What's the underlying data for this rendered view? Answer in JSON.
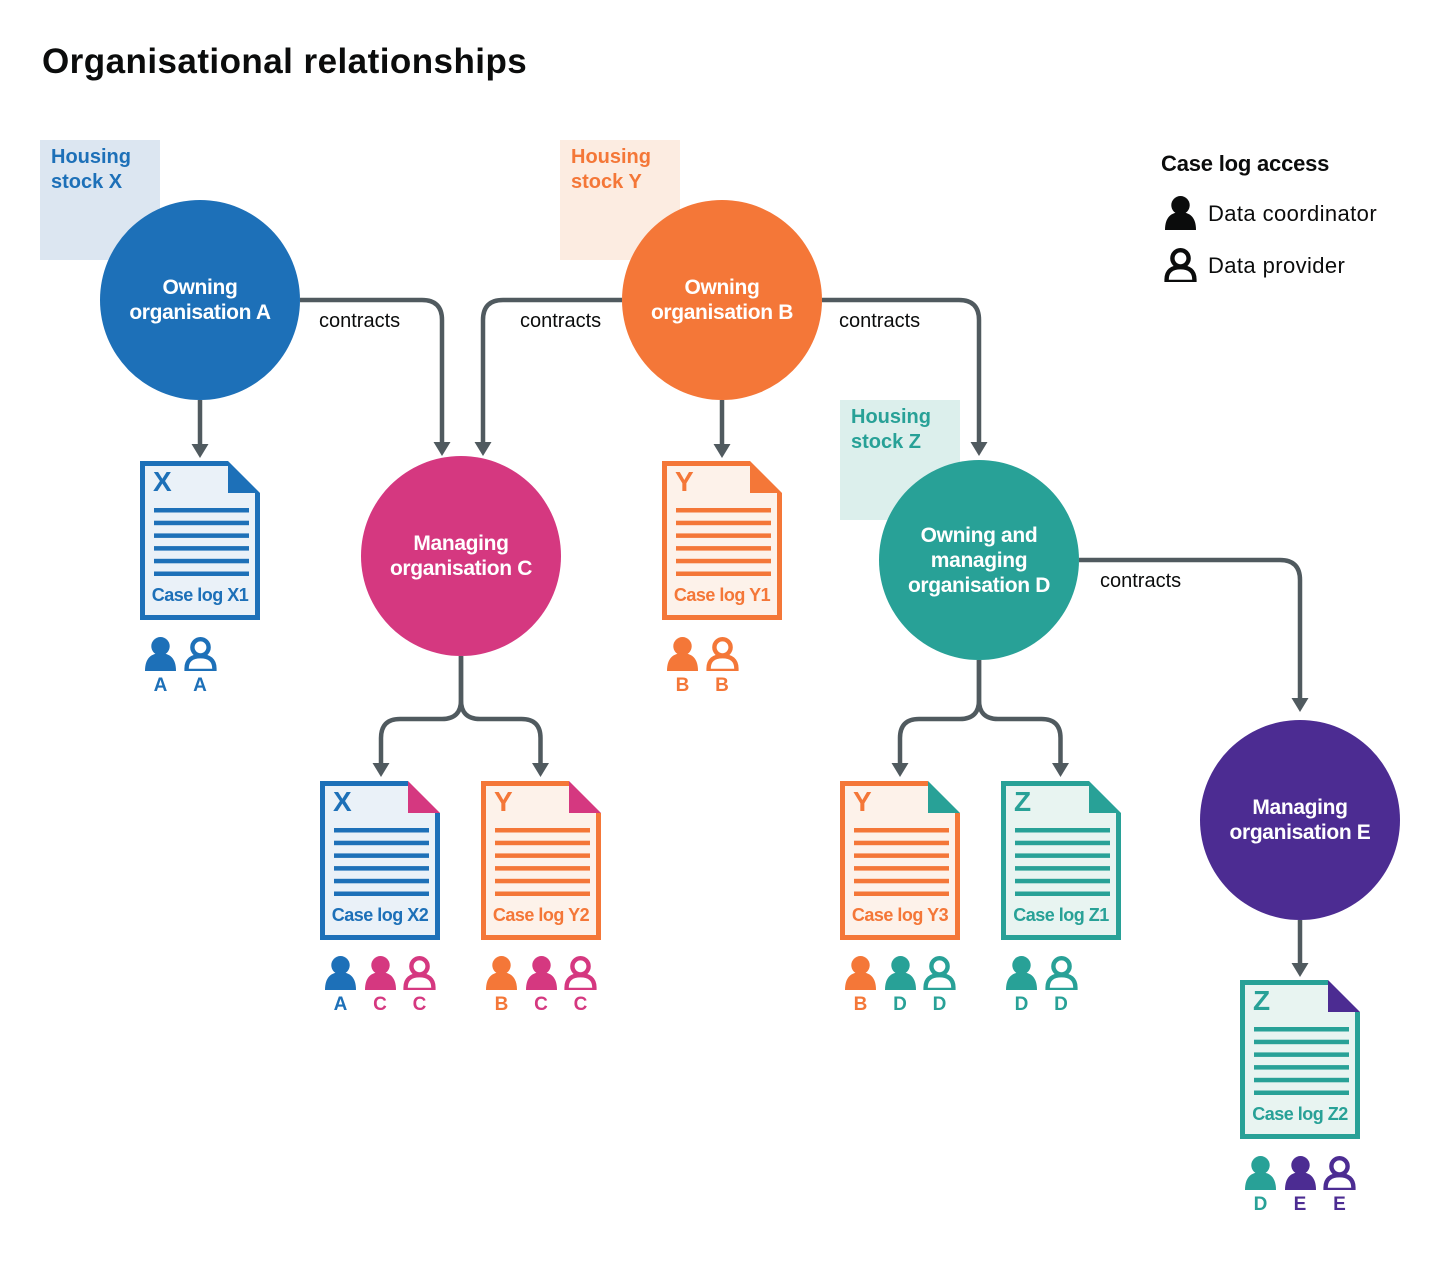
{
  "title": "Organisational relationships",
  "palette": {
    "blue": "#1d70b8",
    "orange": "#f47738",
    "pink": "#d53880",
    "teal": "#28a197",
    "purple": "#4c2c92",
    "arrow_grey": "#505a5f",
    "text_black": "#0b0c0c",
    "blue_tint_box": "#dce6f1",
    "orange_tint_box": "#fcece1",
    "teal_tint_box": "#dcefec",
    "blue_tint_doc": "#eaf1f8",
    "orange_tint_doc": "#fdf2ea",
    "teal_tint_doc": "#e8f4f1"
  },
  "legend": {
    "title": "Case log access",
    "items": [
      {
        "icon": "person-filled",
        "label": "Data coordinator"
      },
      {
        "icon": "person-outline",
        "label": "Data provider"
      }
    ]
  },
  "housing_stocks": [
    {
      "id": "X",
      "lines": [
        "Housing",
        "stock X"
      ],
      "color": "#1d70b8"
    },
    {
      "id": "Y",
      "lines": [
        "Housing",
        "stock Y"
      ],
      "color": "#f47738"
    },
    {
      "id": "Z",
      "lines": [
        "Housing",
        "stock Z"
      ],
      "color": "#28a197"
    }
  ],
  "organisations": [
    {
      "id": "A",
      "lines": [
        "Owning",
        "organisation A"
      ],
      "color": "#1d70b8"
    },
    {
      "id": "B",
      "lines": [
        "Owning",
        "organisation B"
      ],
      "color": "#f47738"
    },
    {
      "id": "C",
      "lines": [
        "Managing",
        "organisation C"
      ],
      "color": "#d53880"
    },
    {
      "id": "D",
      "lines": [
        "Owning and",
        "managing",
        "organisation D"
      ],
      "color": "#28a197"
    },
    {
      "id": "E",
      "lines": [
        "Managing",
        "organisation E"
      ],
      "color": "#4c2c92"
    }
  ],
  "edges": [
    {
      "from": "Owning organisation A",
      "to": "Managing organisation C",
      "label": "contracts"
    },
    {
      "from": "Owning organisation B",
      "to": "Managing organisation C",
      "label": "contracts"
    },
    {
      "from": "Owning organisation B",
      "to": "Owning and managing organisation D",
      "label": "contracts"
    },
    {
      "from": "Owning and managing organisation D",
      "to": "Managing organisation E",
      "label": "contracts"
    }
  ],
  "case_logs": [
    {
      "id": "X1",
      "letter": "X",
      "label": "Case log X1",
      "stock": "X",
      "access": [
        {
          "role": "Data coordinator",
          "org": "A"
        },
        {
          "role": "Data provider",
          "org": "A"
        }
      ]
    },
    {
      "id": "Y1",
      "letter": "Y",
      "label": "Case log Y1",
      "stock": "Y",
      "access": [
        {
          "role": "Data coordinator",
          "org": "B"
        },
        {
          "role": "Data provider",
          "org": "B"
        }
      ]
    },
    {
      "id": "X2",
      "letter": "X",
      "label": "Case log X2",
      "stock": "X",
      "access": [
        {
          "role": "Data coordinator",
          "org": "A"
        },
        {
          "role": "Data coordinator",
          "org": "C"
        },
        {
          "role": "Data provider",
          "org": "C"
        }
      ]
    },
    {
      "id": "Y2",
      "letter": "Y",
      "label": "Case log Y2",
      "stock": "Y",
      "access": [
        {
          "role": "Data coordinator",
          "org": "B"
        },
        {
          "role": "Data coordinator",
          "org": "C"
        },
        {
          "role": "Data provider",
          "org": "C"
        }
      ]
    },
    {
      "id": "Y3",
      "letter": "Y",
      "label": "Case log Y3",
      "stock": "Y",
      "access": [
        {
          "role": "Data coordinator",
          "org": "B"
        },
        {
          "role": "Data coordinator",
          "org": "D"
        },
        {
          "role": "Data provider",
          "org": "D"
        }
      ]
    },
    {
      "id": "Z1",
      "letter": "Z",
      "label": "Case log Z1",
      "stock": "Z",
      "access": [
        {
          "role": "Data coordinator",
          "org": "D"
        },
        {
          "role": "Data provider",
          "org": "D"
        }
      ]
    },
    {
      "id": "Z2",
      "letter": "Z",
      "label": "Case log Z2",
      "stock": "Z",
      "access": [
        {
          "role": "Data coordinator",
          "org": "D"
        },
        {
          "role": "Data coordinator",
          "org": "E"
        },
        {
          "role": "Data provider",
          "org": "E"
        }
      ]
    }
  ]
}
